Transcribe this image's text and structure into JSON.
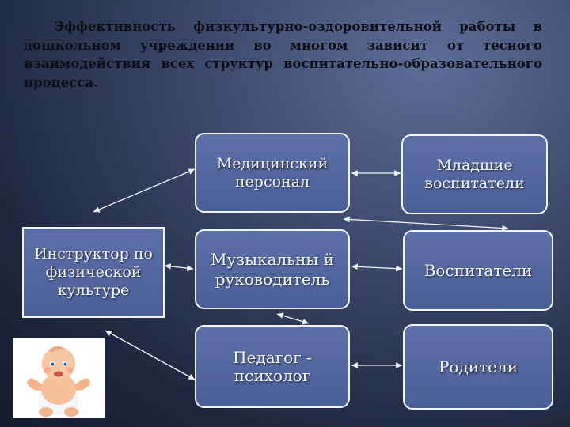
{
  "intro_text": "Эффективность физкультурно-оздоровительной работы в дошкольном учреждении во многом зависит от тесного взаимодействия всех структур воспитательно-образовательного процесса.",
  "nodes": {
    "medical": "Медицинский персонал",
    "junior": "Младшие воспитатели",
    "instructor": "Инструктор по физической культуре",
    "music": "Музыкальны й руководитель",
    "educators": "Воспитатели",
    "psychologist": "Педагог - психолог",
    "parents": "Родители"
  },
  "colors": {
    "box_fill": "#5066a0",
    "box_border": "#f2f4fa",
    "arrow": "#f2f4fa"
  },
  "icons": [
    "baby-picture"
  ]
}
